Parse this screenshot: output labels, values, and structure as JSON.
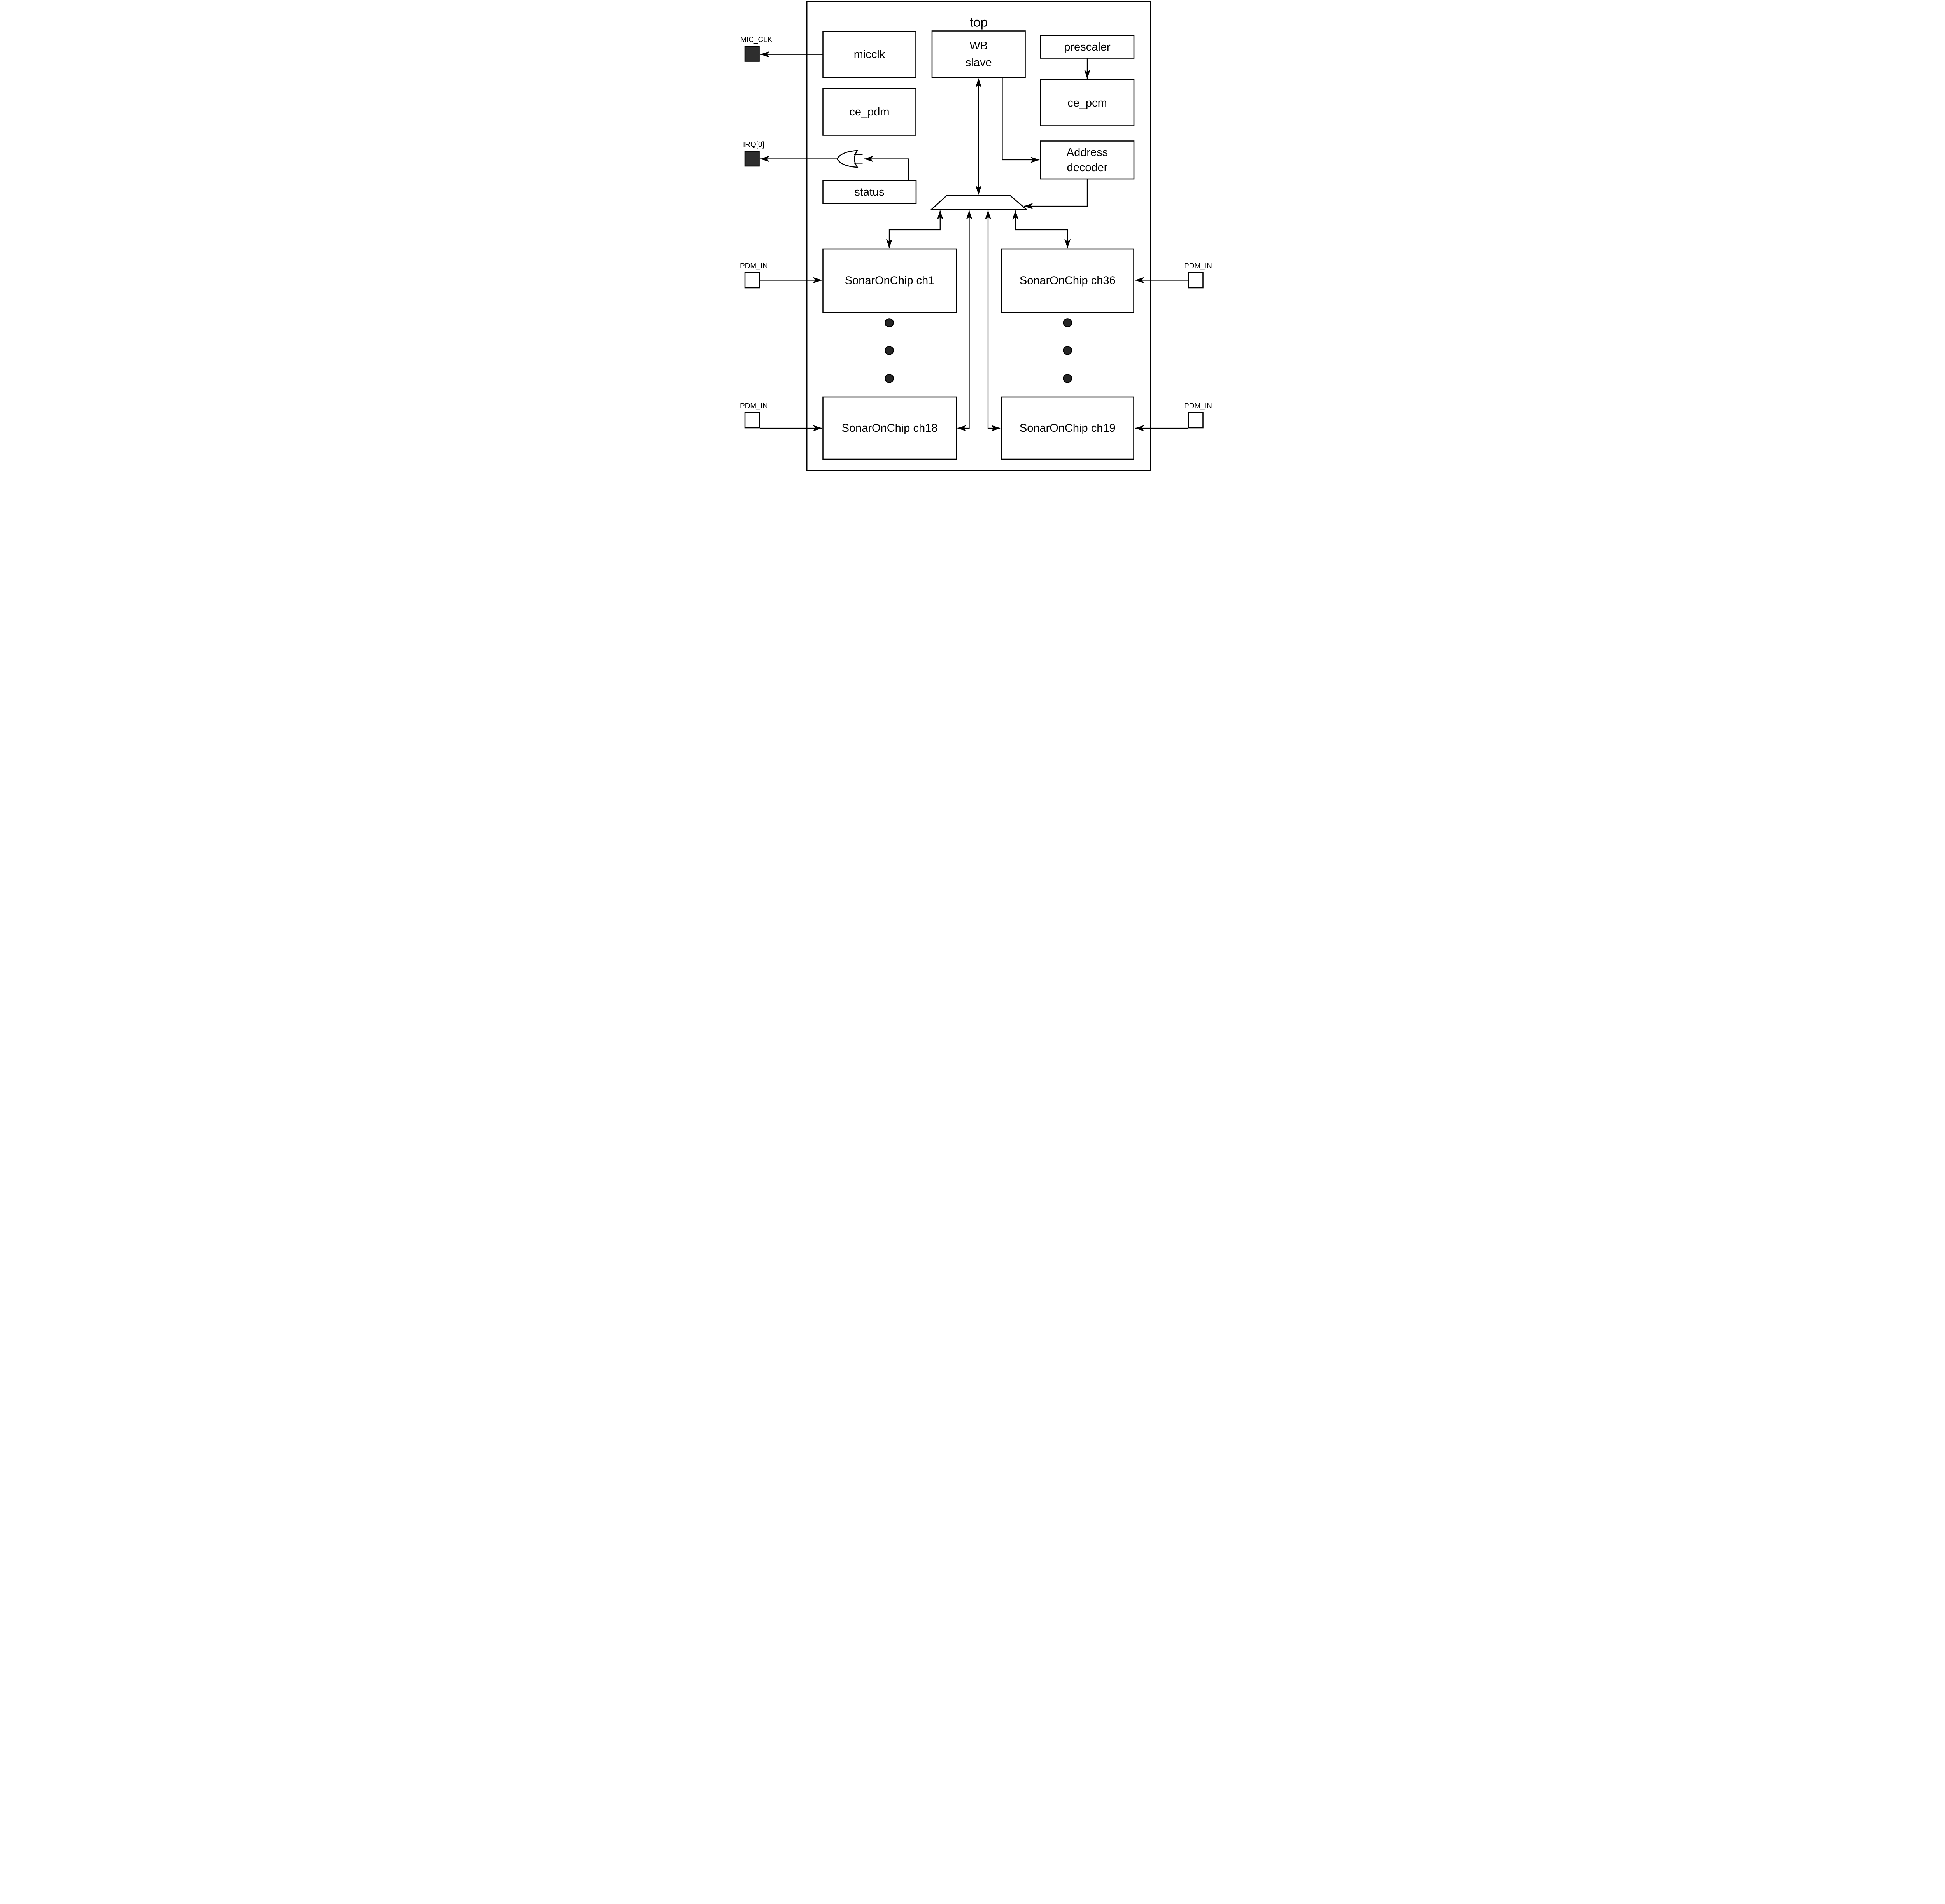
{
  "diagram": {
    "title": "top",
    "blocks": {
      "micclk": {
        "label": "micclk"
      },
      "ce_pdm": {
        "label": "ce_pdm"
      },
      "wb_slave": {
        "line1": "WB",
        "line2": "slave"
      },
      "prescaler": {
        "label": "prescaler"
      },
      "ce_pcm": {
        "label": "ce_pcm"
      },
      "address_decoder": {
        "line1": "Address",
        "line2": "decoder"
      },
      "status": {
        "label": "status"
      },
      "sonar_ch1": {
        "label": "SonarOnChip ch1"
      },
      "sonar_ch36": {
        "label": "SonarOnChip ch36"
      },
      "sonar_ch18": {
        "label": "SonarOnChip ch18"
      },
      "sonar_ch19": {
        "label": "SonarOnChip ch19"
      }
    },
    "pins": {
      "mic_clk": {
        "label": "MIC_CLK"
      },
      "irq0": {
        "label": "IRQ[0]"
      },
      "pdm_in_top_left": {
        "label": "PDM_IN"
      },
      "pdm_in_top_right": {
        "label": "PDM_IN"
      },
      "pdm_in_bottom_left": {
        "label": "PDM_IN"
      },
      "pdm_in_bottom_right": {
        "label": "PDM_IN"
      }
    },
    "symbols": {
      "or_gate": "or-gate",
      "mux": "mux-trapezoid"
    },
    "colors": {
      "ink": "#000000",
      "background": "#ffffff",
      "dark_pin_fill": "#2e2e2e",
      "light_pin_fill": "#ffffff",
      "dot_fill": "#262626"
    }
  }
}
